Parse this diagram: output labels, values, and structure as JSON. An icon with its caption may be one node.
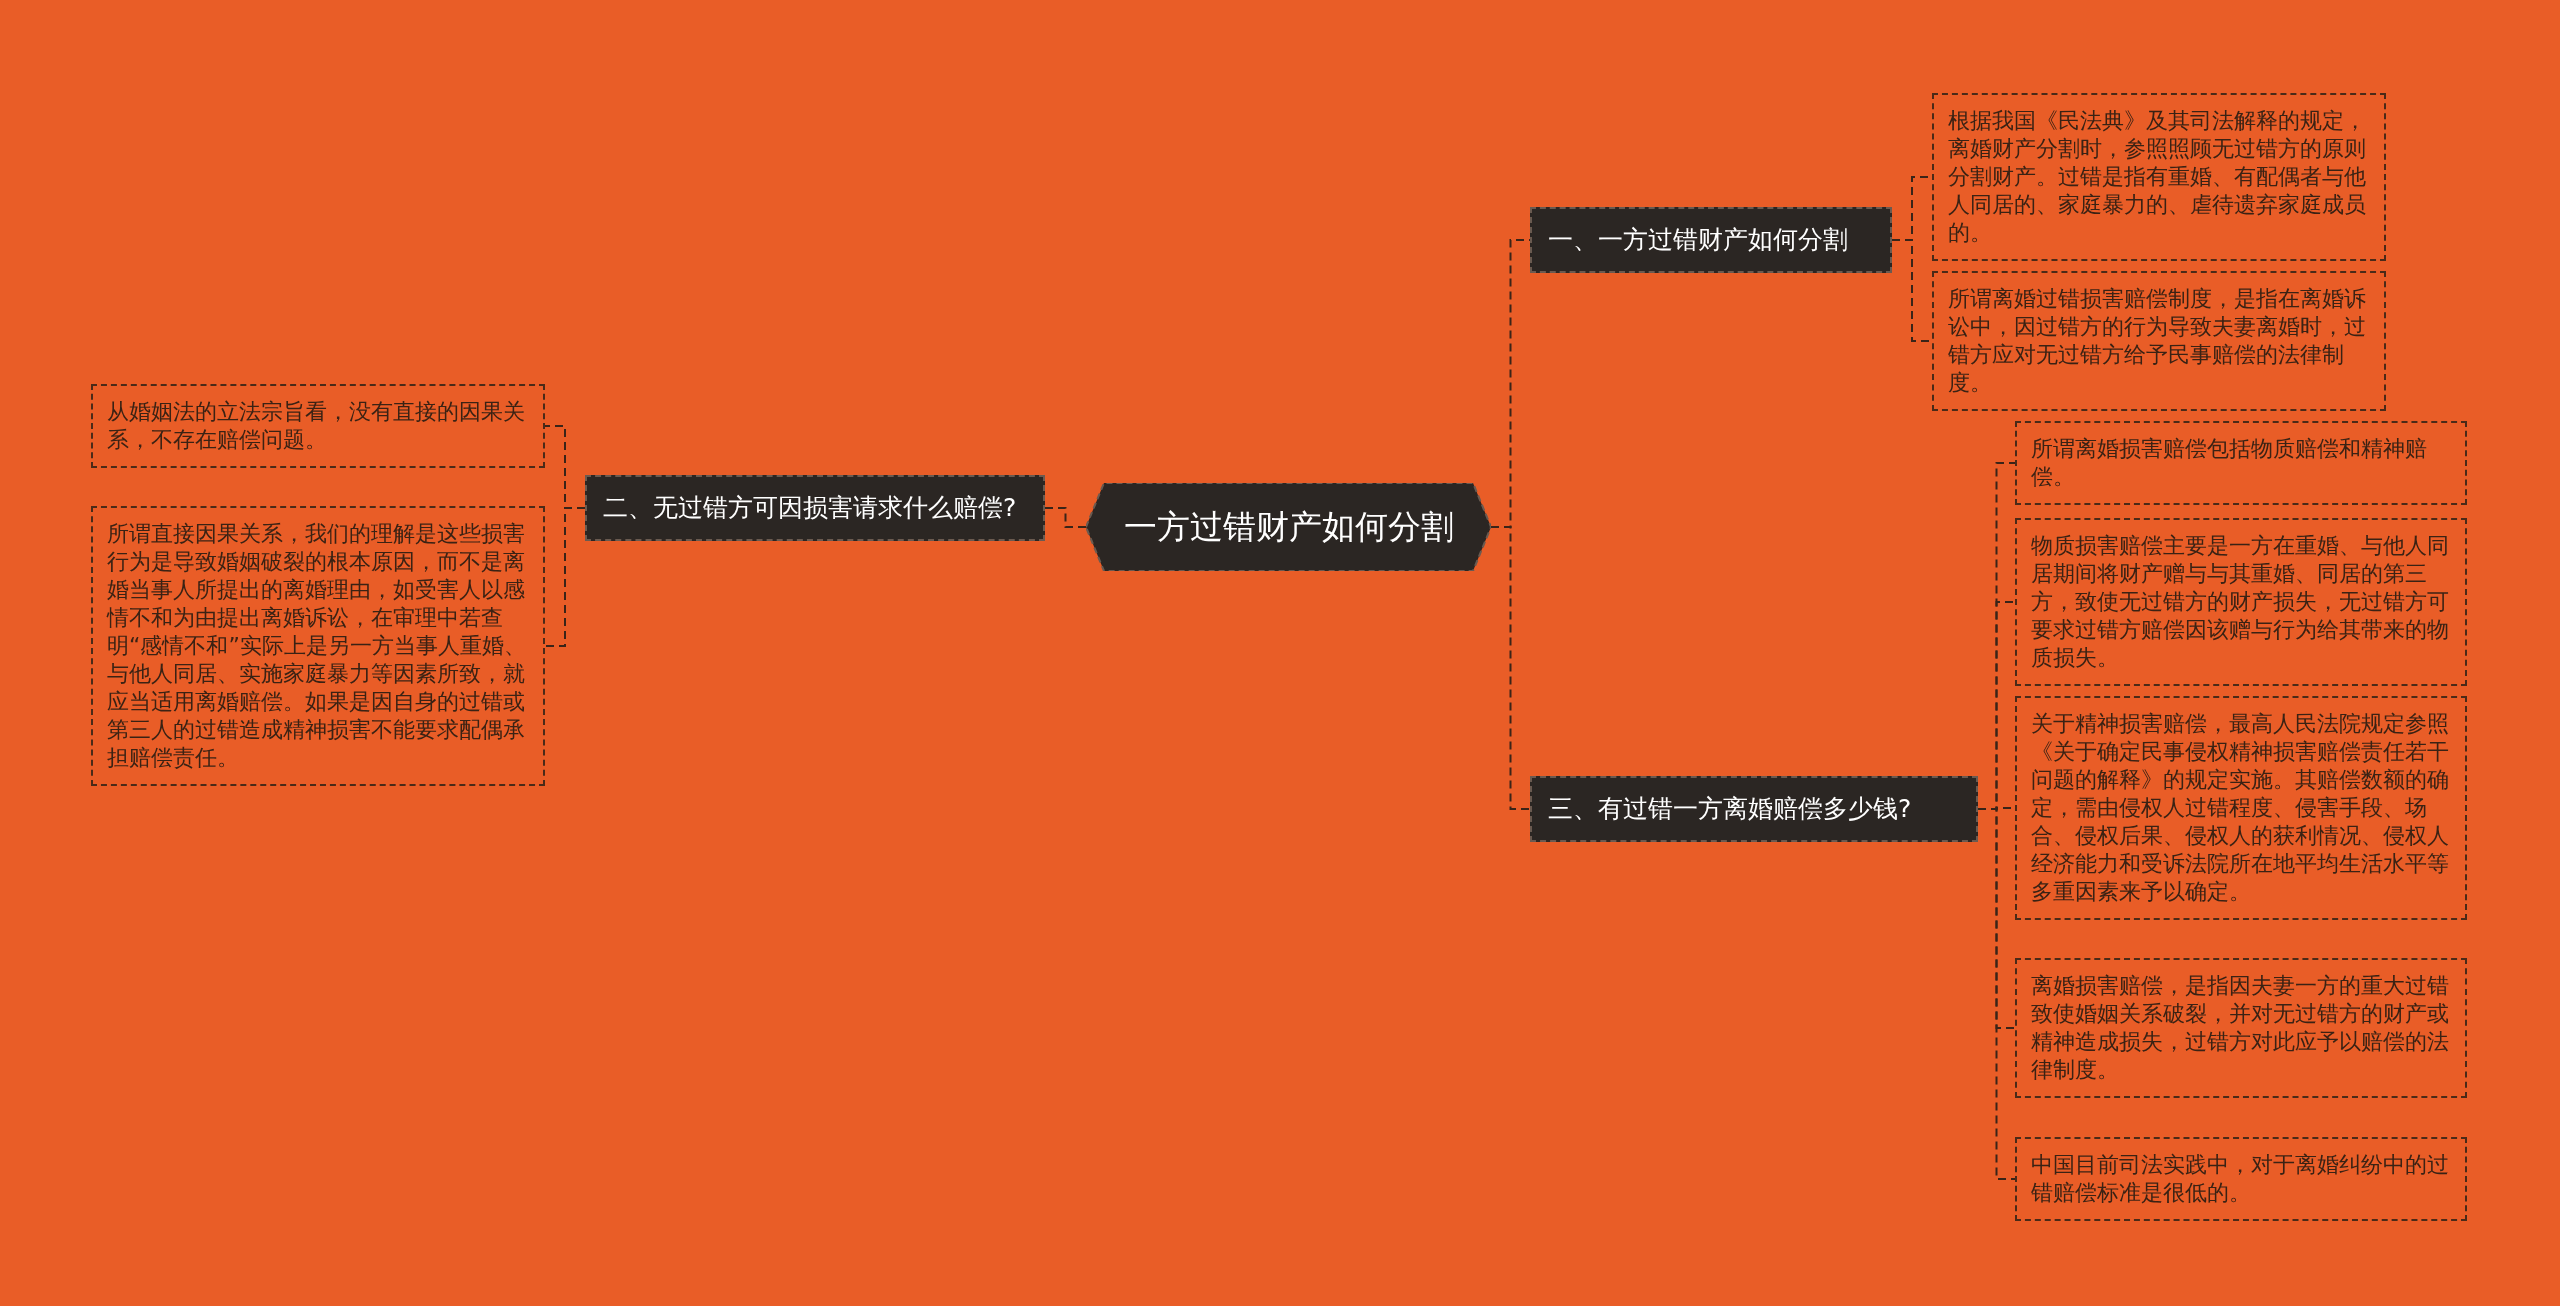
{
  "diagram": {
    "nodes": [
      {
        "text": [
          "一方过错财产如何分割"
        ]
      },
      {
        "text": [
          "一、一方过错财产如何分割"
        ]
      },
      {
        "text": [
          "二、无过错方可因损害请求什么赔偿?"
        ]
      },
      {
        "text": [
          "三、有过错一方离婚赔偿多少钱?"
        ]
      },
      {
        "text": [
          "根据我国《民法典》及其司法解释的规定，离婚财产分割时，参照照顾无过错方的原则分割财产。过错是指有重婚、有配偶者与他人同居的、家庭暴力的、虐待遗弃家庭成员的。"
        ]
      },
      {
        "text": [
          "所谓离婚过错损害赔偿制度，是指在离婚诉讼中，因过错方的行为导致夫妻离婚时，过错方应对无过错方给予民事赔偿的法律制度。"
        ]
      },
      {
        "text": [
          "从婚姻法的立法宗旨看，没有直接的因果关系，不存在赔偿问题。"
        ]
      },
      {
        "text": [
          "所谓直接因果关系，我们的理解是这些损害行为是导致婚姻破裂的根本原因，而不是离婚当事人所提出的离婚理由，如受害人以感情不和为由提出离婚诉讼，在审理中若查明“感情不和”实际上是另一方当事人重婚、与他人同居、实施家庭暴力等因素所致，就应当适用离婚赔偿。如果是因自身的过错或第三人的过错造成精神损害不能要求配偶承担赔偿责任。"
        ]
      },
      {
        "text": [
          "所谓离婚损害赔偿包括物质赔偿和精神赔偿。"
        ]
      },
      {
        "text": [
          "物质损害赔偿主要是一方在重婚、与他人同居期间将财产赠与与其重婚、同居的第三方，致使无过错方的财产损失，无过错方可要求过错方赔偿因该赠与行为给其带来的物质损失。"
        ]
      },
      {
        "text": [
          "关于精神损害赔偿，最高人民法院规定参照《关于确定民事侵权精神损害赔偿责任若干问题的解释》的规定实施。其赔偿数额的确定，需由侵权人过错程度、侵害手段、场合、侵权后果、侵权人的获利情况、侵权人经济能力和受诉法院所在地平均生活水平等多重因素来予以确定。"
        ]
      },
      {
        "text": [
          "离婚损害赔偿，是指因夫妻一方的重大过错致使婚姻关系破裂，并对无过错方的财产或精神造成损失，过错方对此应予以赔偿的法律制度。"
        ]
      },
      {
        "text": [
          "中国目前司法实践中，对于离婚纠纷中的过错赔偿标准是很低的。"
        ]
      }
    ],
    "edges": [
      {
        "from": 0,
        "to": 1,
        "arrow": "none"
      },
      {
        "from": 0,
        "to": 2,
        "arrow": "none"
      },
      {
        "from": 0,
        "to": 3,
        "arrow": "none"
      },
      {
        "from": 1,
        "to": 4,
        "arrow": "none"
      },
      {
        "from": 1,
        "to": 5,
        "arrow": "none"
      },
      {
        "from": 2,
        "to": 6,
        "arrow": "none"
      },
      {
        "from": 2,
        "to": 7,
        "arrow": "none"
      },
      {
        "from": 3,
        "to": 8,
        "arrow": "none"
      },
      {
        "from": 3,
        "to": 9,
        "arrow": "none"
      },
      {
        "from": 3,
        "to": 10,
        "arrow": "none"
      },
      {
        "from": 3,
        "to": 11,
        "arrow": "none"
      },
      {
        "from": 3,
        "to": 12,
        "arrow": "none"
      }
    ]
  }
}
